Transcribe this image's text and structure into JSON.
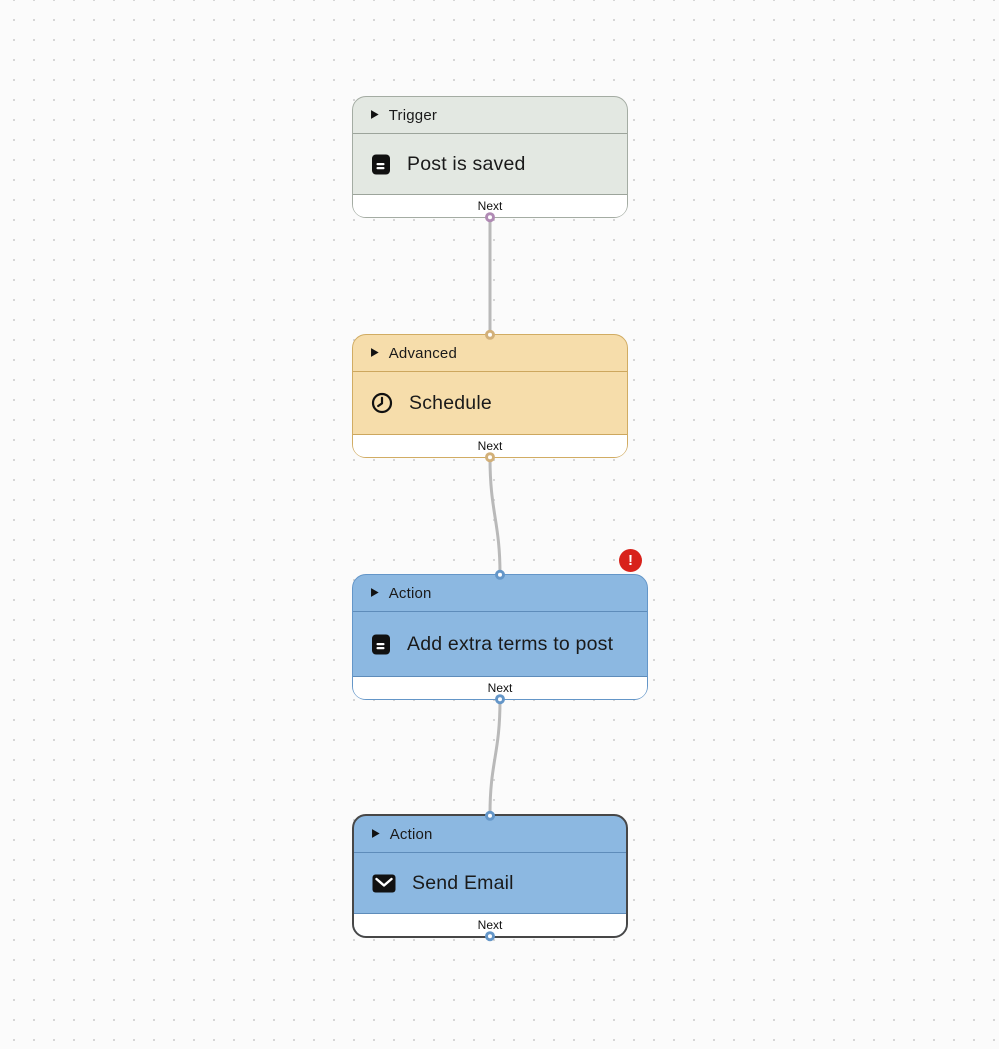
{
  "canvas": {
    "background": "#fbfbfb",
    "dot_color": "#d6d6d6",
    "edge_color": "#b9b9b9"
  },
  "collapse_glyph": "▶",
  "error_badge": {
    "glyph": "!",
    "color": "#d8221b"
  },
  "nodes": [
    {
      "category": "Trigger",
      "label": "Post is saved",
      "icon": "document-icon",
      "footer": "Next",
      "colors": {
        "fill": "#e3e8e2",
        "border": "#a4aca3",
        "divider": "#9ca49b",
        "port": "#b08ab4"
      }
    },
    {
      "category": "Advanced",
      "label": "Schedule",
      "icon": "clock-icon",
      "footer": "Next",
      "colors": {
        "fill": "#f6ddab",
        "border": "#d1ac63",
        "divider": "#cda75e",
        "port": "#d2b079"
      }
    },
    {
      "category": "Action",
      "label": "Add extra terms to post",
      "icon": "document-icon",
      "footer": "Next",
      "has_error": true,
      "colors": {
        "fill": "#8cb8e1",
        "border": "#6496c8",
        "divider": "#5e8cba",
        "port": "#6496c8"
      }
    },
    {
      "category": "Action",
      "label": "Send Email",
      "icon": "mail-icon",
      "footer": "Next",
      "selected": true,
      "colors": {
        "fill": "#8cb8e1",
        "border": "#474747",
        "divider": "#5e8cba",
        "port": "#6496c8"
      }
    }
  ]
}
